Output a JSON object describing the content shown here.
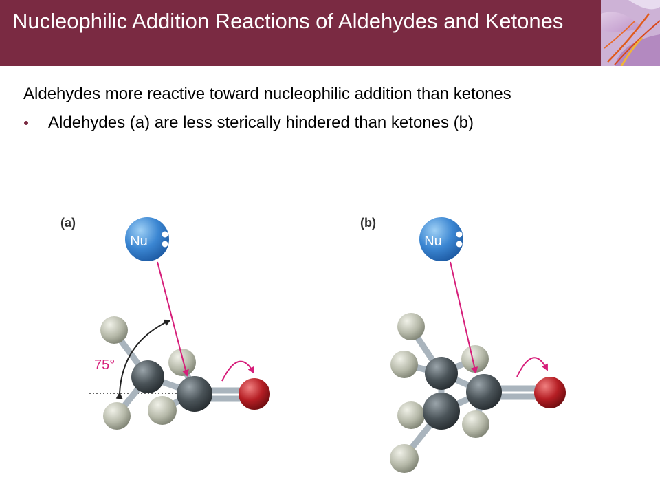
{
  "slide": {
    "title": "Nucleophilic Addition Reactions of Aldehydes and Ketones",
    "intro": "Aldehydes more reactive toward nucleophilic addition than ketones",
    "bullets": [
      "Aldehydes (a) are less sterically hindered than ketones (b)"
    ]
  },
  "figure": {
    "panel_a_label": "(a)",
    "panel_b_label": "(b)",
    "nucleophile_label": "Nu",
    "angle_label": "75°"
  },
  "colors": {
    "header": "#7a2a42",
    "nucleophile": "#3b86d2",
    "carbon": "#4a5358",
    "hydrogen": "#b5b8a8",
    "oxygen": "#b51e24",
    "arrow": "#d61e7a"
  }
}
